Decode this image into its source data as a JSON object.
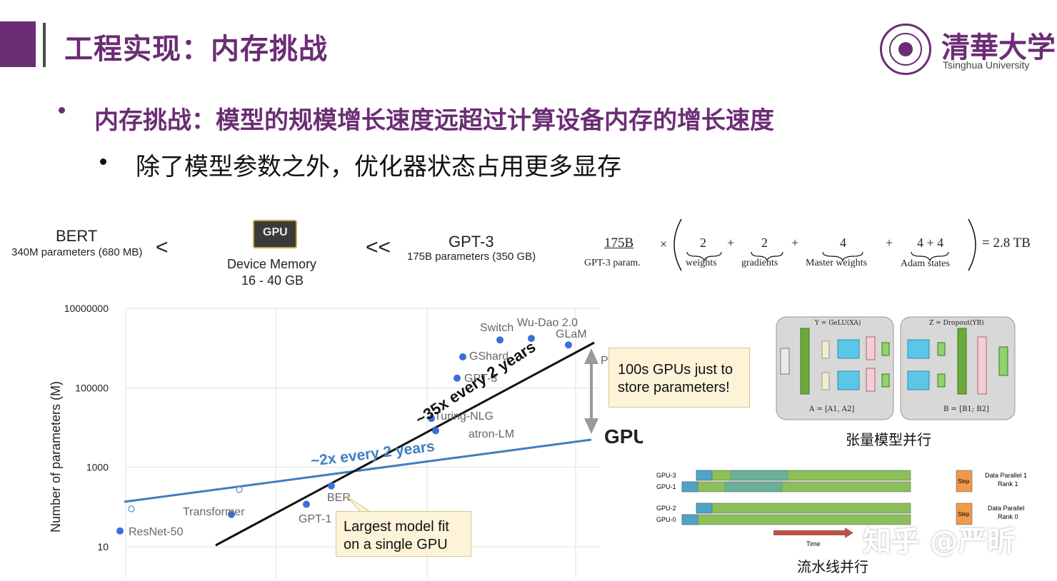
{
  "header": {
    "title": "工程实现：内存挑战",
    "logo_text_cn": "清華大学",
    "logo_text_en": "Tsinghua University"
  },
  "bullets": {
    "level1": "内存挑战：模型的规模增长速度远超过计算设备内存的增长速度",
    "level2": "除了模型参数之外，优化器状态占用更多显存"
  },
  "comparison": {
    "bert_name": "BERT",
    "bert_detail": "340M parameters (680 MB)",
    "lt": "<",
    "gpu_chip_label": "GPU",
    "device_memory_label": "Device Memory",
    "device_memory_range": "16 - 40 GB",
    "llt": "<<",
    "gpt3_name": "GPT-3",
    "gpt3_detail": "175B parameters (350 GB)"
  },
  "formula": {
    "params": "175B",
    "params_label": "GPT-3 param.",
    "times": "×",
    "terms": [
      {
        "value": "2",
        "label": "weights"
      },
      {
        "value": "2",
        "label": "gradients"
      },
      {
        "value": "4",
        "label": "Master weights"
      },
      {
        "value": "4 + 4",
        "label": "Adam states"
      }
    ],
    "plus": "+",
    "result": "= 2.8 TB"
  },
  "chart_data": {
    "type": "scatter",
    "ylabel": "Number of parameters (M)",
    "y_scale": "log",
    "y_ticks": [
      "10000000",
      "100000",
      "1000",
      "10"
    ],
    "points": [
      {
        "label": "ResNet-50",
        "y": 25
      },
      {
        "label": "Transformer",
        "y": 65
      },
      {
        "label": "GPT-1",
        "y": 117
      },
      {
        "label": "BER",
        "y": 340
      },
      {
        "label": "atron-LM",
        "y": 8300
      },
      {
        "label": "Turing-NLG",
        "y": 17000
      },
      {
        "label": "GPT-3",
        "y": 175000
      },
      {
        "label": "GShard",
        "y": 600000
      },
      {
        "label": "Switch",
        "y": 1600000
      },
      {
        "label": "Wu-Dao 2.0",
        "y": 1750000
      },
      {
        "label": "GLaM",
        "y": 1200000
      }
    ],
    "trend_labels": [
      "~35x every 2 years",
      "~2x every 2 years"
    ],
    "gpu_label": "GPU",
    "p_label": "P",
    "callout_top": "100s GPUs just to store parameters!",
    "callout_bottom": "Largest model fit on a single GPU",
    "colors": {
      "points": "#3b6fd6",
      "gpu_line": "#3f7fbf",
      "model_line": "#111111"
    }
  },
  "tensor_parallel": {
    "caption": "张量模型并行",
    "left_eq": "Y = GeLU(XA)",
    "right_eq": "Z = Dropout(YB)",
    "a_split": "A = [A1, A2]",
    "b_split": "B = [B1; B2]"
  },
  "pipeline": {
    "caption": "流水线并行",
    "rows": [
      "GPU-3",
      "GPU-1",
      "GPU-2",
      "GPU-0"
    ],
    "step_label": "Step",
    "group1": "Data Parallel 1\nRank 1",
    "group0": "Data Parallel\nRank 0",
    "time_label": "Time"
  },
  "watermark": "知乎 @严昕"
}
